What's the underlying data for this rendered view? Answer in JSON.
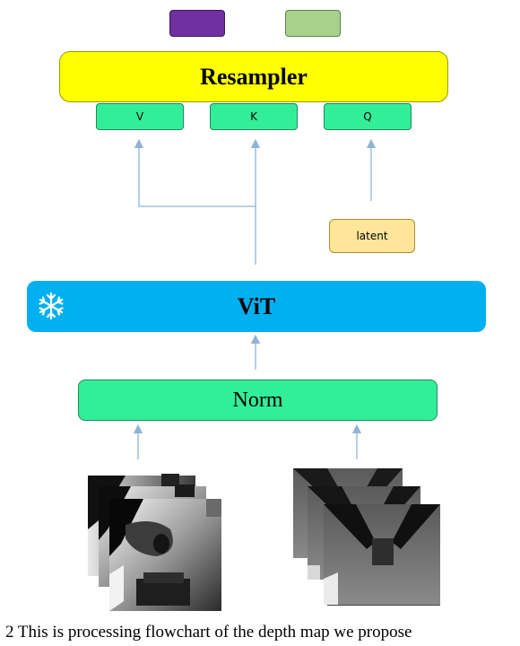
{
  "diagram": {
    "legend_colors": [
      "#7030a0",
      "#a9d18e"
    ],
    "resampler": {
      "label": "Resampler",
      "color": "#ffff00"
    },
    "ports": [
      {
        "label": "V"
      },
      {
        "label": "K"
      },
      {
        "label": "Q"
      }
    ],
    "latent": {
      "label": "latent",
      "color": "#ffe699"
    },
    "vit": {
      "label": "ViT",
      "color": "#00b0f0",
      "frozen_icon": "snowflake-icon"
    },
    "norm": {
      "label": "Norm",
      "color": "#33ee99"
    },
    "inputs": [
      {
        "name": "depth-map-stack-indoor",
        "icon": "depth-map-image"
      },
      {
        "name": "depth-map-stack-corridor",
        "icon": "depth-map-image"
      }
    ],
    "arrow_color": "#8fb4d6"
  },
  "caption": "2 This is processing flowchart of the depth map we propose"
}
